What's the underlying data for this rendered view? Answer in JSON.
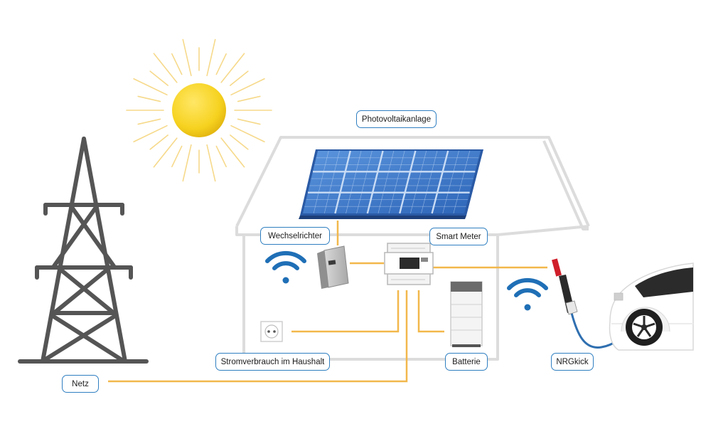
{
  "labels": {
    "photovoltaik": "Photovoltaikanlage",
    "wechselrichter": "Wechselrichter",
    "smart_meter": "Smart Meter",
    "stromverbrauch": "Stromverbrauch im Haushalt",
    "batterie": "Batterie",
    "nrgkick": "NRGkick",
    "netz": "Netz"
  },
  "colors": {
    "label_border": "#2f7fc1",
    "wire": "#f2b84b",
    "house_outline": "#dcdcdc",
    "tower": "#555555",
    "sun": "#f6d21f",
    "wifi": "#1f6fb6",
    "solar_panel": "#3f7fd0",
    "cable": "#2f6fb0"
  }
}
